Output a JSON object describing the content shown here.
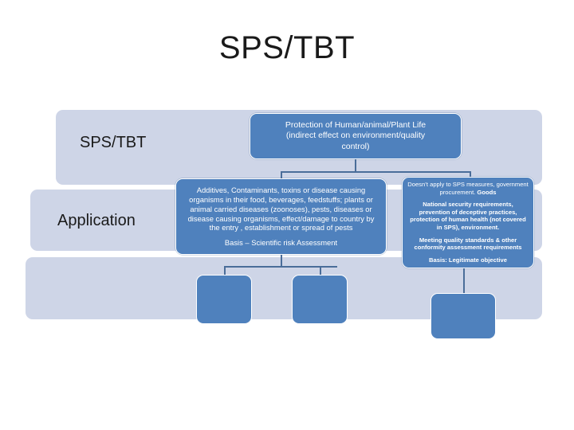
{
  "slide": {
    "title": "SPS/TBT"
  },
  "bands": [
    {
      "label": "SPS/TBT"
    },
    {
      "label": "Application"
    },
    {
      "label": ""
    }
  ],
  "boxes": {
    "protection": {
      "line1": "Protection of Human/animal/Plant Life",
      "line2": "(indirect effect on environment/quality",
      "line3": "control)"
    },
    "sps": {
      "body": "Additives, Contaminants, toxins or disease causing organisms in their food, beverages, feedstuffs; plants or animal carried diseases (zoonoses), pests, diseases or disease causing organisms, effect/damage to country by the entry , establishment or spread of pests",
      "basis": "Basis – Scientific risk Assessment"
    },
    "tbt": {
      "para1_normal": "Doesn’t apply to SPS measures, government procurement. ",
      "para1_bold": "Goods",
      "para2": "National security requirements, prevention of deceptive practices, protection of human health (not covered in SPS), environment.",
      "para3": "Meeting quality standards & other conformity assessment requirements",
      "para4": "Basis: Legitimate objective"
    },
    "empty_1": {
      "label": ""
    },
    "empty_2": {
      "label": ""
    },
    "empty_3": {
      "label": ""
    }
  },
  "colors": {
    "box_blue": "#4f81bd",
    "band_lavender": "#ced5e7",
    "connector": "#4a6d99",
    "text_dark": "#1a1a1a",
    "box_text": "#ffffff",
    "background": "#ffffff"
  }
}
